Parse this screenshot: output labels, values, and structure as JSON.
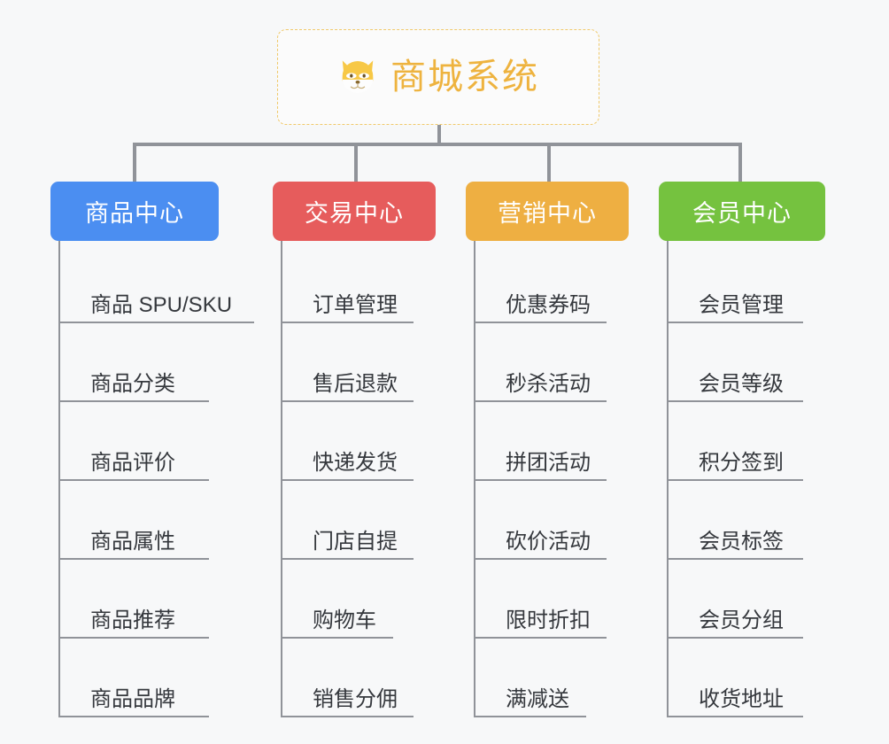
{
  "diagram": {
    "type": "mindmap-org-chart",
    "background_color": "#f7f8f9",
    "connector_color": "#909399",
    "root": {
      "title": "商城系统",
      "icon": "dog-face-icon",
      "text_color": "#eeb33f",
      "border_color": "#f0c96a",
      "background_color": "#fbfbfb"
    },
    "branches": [
      {
        "label": "商品中心",
        "color": "#4b8ef1",
        "items": [
          "商品 SPU/SKU",
          "商品分类",
          "商品评价",
          "商品属性",
          "商品推荐",
          "商品品牌"
        ]
      },
      {
        "label": "交易中心",
        "color": "#e65c5c",
        "items": [
          "订单管理",
          "售后退款",
          "快递发货",
          "门店自提",
          "购物车",
          "销售分佣"
        ]
      },
      {
        "label": "营销中心",
        "color": "#eeaf42",
        "items": [
          "优惠券码",
          "秒杀活动",
          "拼团活动",
          "砍价活动",
          "限时折扣",
          "满减送"
        ]
      },
      {
        "label": "会员中心",
        "color": "#75c23f",
        "items": [
          "会员管理",
          "会员等级",
          "积分签到",
          "会员标签",
          "会员分组",
          "收货地址"
        ]
      }
    ]
  }
}
